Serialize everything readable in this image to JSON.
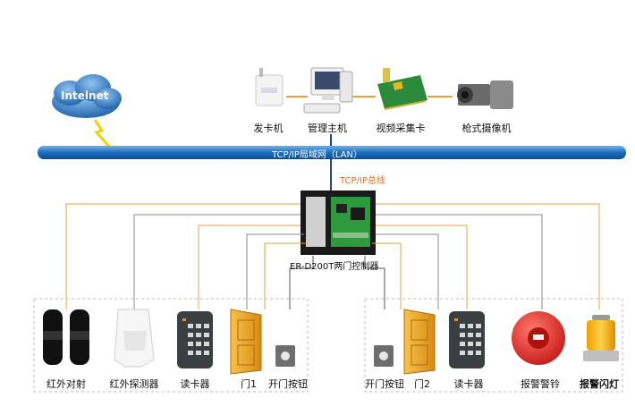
{
  "network": {
    "cloud_label": "Intelnet",
    "lan_label": "TCP/IP局域网（LAN）",
    "bus_label": "TCP/IP总线"
  },
  "top_devices": [
    {
      "name": "card-issuer",
      "label": "发卡机"
    },
    {
      "name": "management-host",
      "label": "管理主机"
    },
    {
      "name": "video-capture-card",
      "label": "视频采集卡"
    },
    {
      "name": "bullet-camera",
      "label": "枪式摄像机"
    }
  ],
  "controller": {
    "label": "ER-D200T两门控制器"
  },
  "bottom_devices": [
    {
      "name": "infrared-beam-detector",
      "label": "红外对射"
    },
    {
      "name": "infrared-detector",
      "label": "红外探测器"
    },
    {
      "name": "card-reader-1",
      "label": "读卡器"
    },
    {
      "name": "door-1",
      "label": "门1"
    },
    {
      "name": "exit-button-1",
      "label": "开门按钮"
    },
    {
      "name": "exit-button-2",
      "label": "开门按钮"
    },
    {
      "name": "door-2",
      "label": "门2"
    },
    {
      "name": "card-reader-2",
      "label": "读卡器"
    },
    {
      "name": "alarm-bell",
      "label": "报警警铃"
    },
    {
      "name": "alarm-strobe-light",
      "label": "报警闪灯"
    }
  ],
  "colors": {
    "lan_bar": "#1a6fc0",
    "bus_line": "#2a3fa0",
    "wire_orange": "#e8a040",
    "wire_gray": "#888888",
    "dashed_box": "#bbbbbb",
    "cloud": "#3a7fc8"
  }
}
